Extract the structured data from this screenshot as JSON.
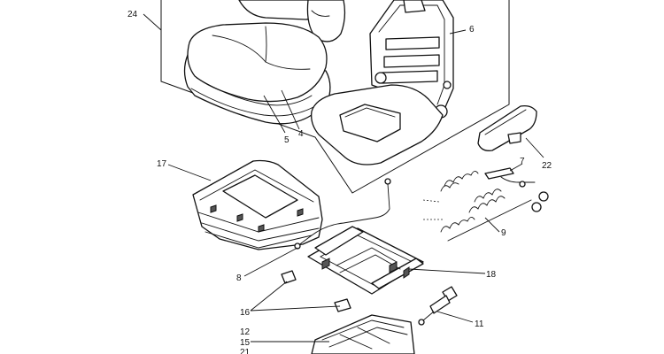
{
  "parts": {
    "p24": "24",
    "p6": "6",
    "p5": "5",
    "p4": "4",
    "p17": "17",
    "p7": "7",
    "p22": "22",
    "p9": "9",
    "p8": "8",
    "p18": "18",
    "p16": "16",
    "p11": "11",
    "p12": "12",
    "p15": "15",
    "p21": "21"
  }
}
